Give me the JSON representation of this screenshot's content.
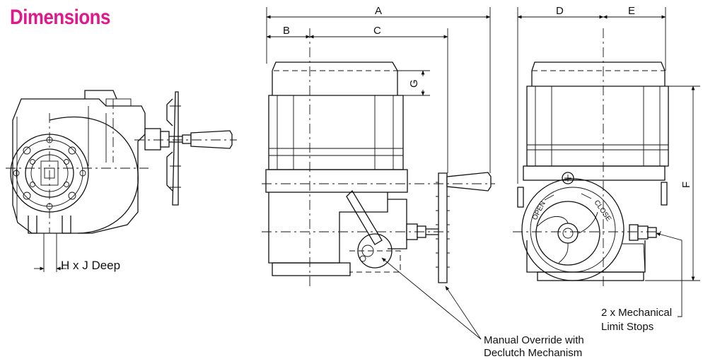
{
  "page": {
    "title": "Dimensions",
    "title_color": "#e0188c"
  },
  "dimension_labels": {
    "a": "A",
    "b": "B",
    "c": "C",
    "d": "D",
    "e": "E",
    "f": "F",
    "g": "G"
  },
  "callouts": {
    "bore": "H x J Deep",
    "manual_override_line1": "Manual Override with",
    "manual_override_line2": "Declutch Mechanism",
    "limit_stops_line1": "2 x Mechanical",
    "limit_stops_line2": "Limit Stops"
  },
  "indicator": {
    "open": "OPEN",
    "close": "CLOSE"
  }
}
